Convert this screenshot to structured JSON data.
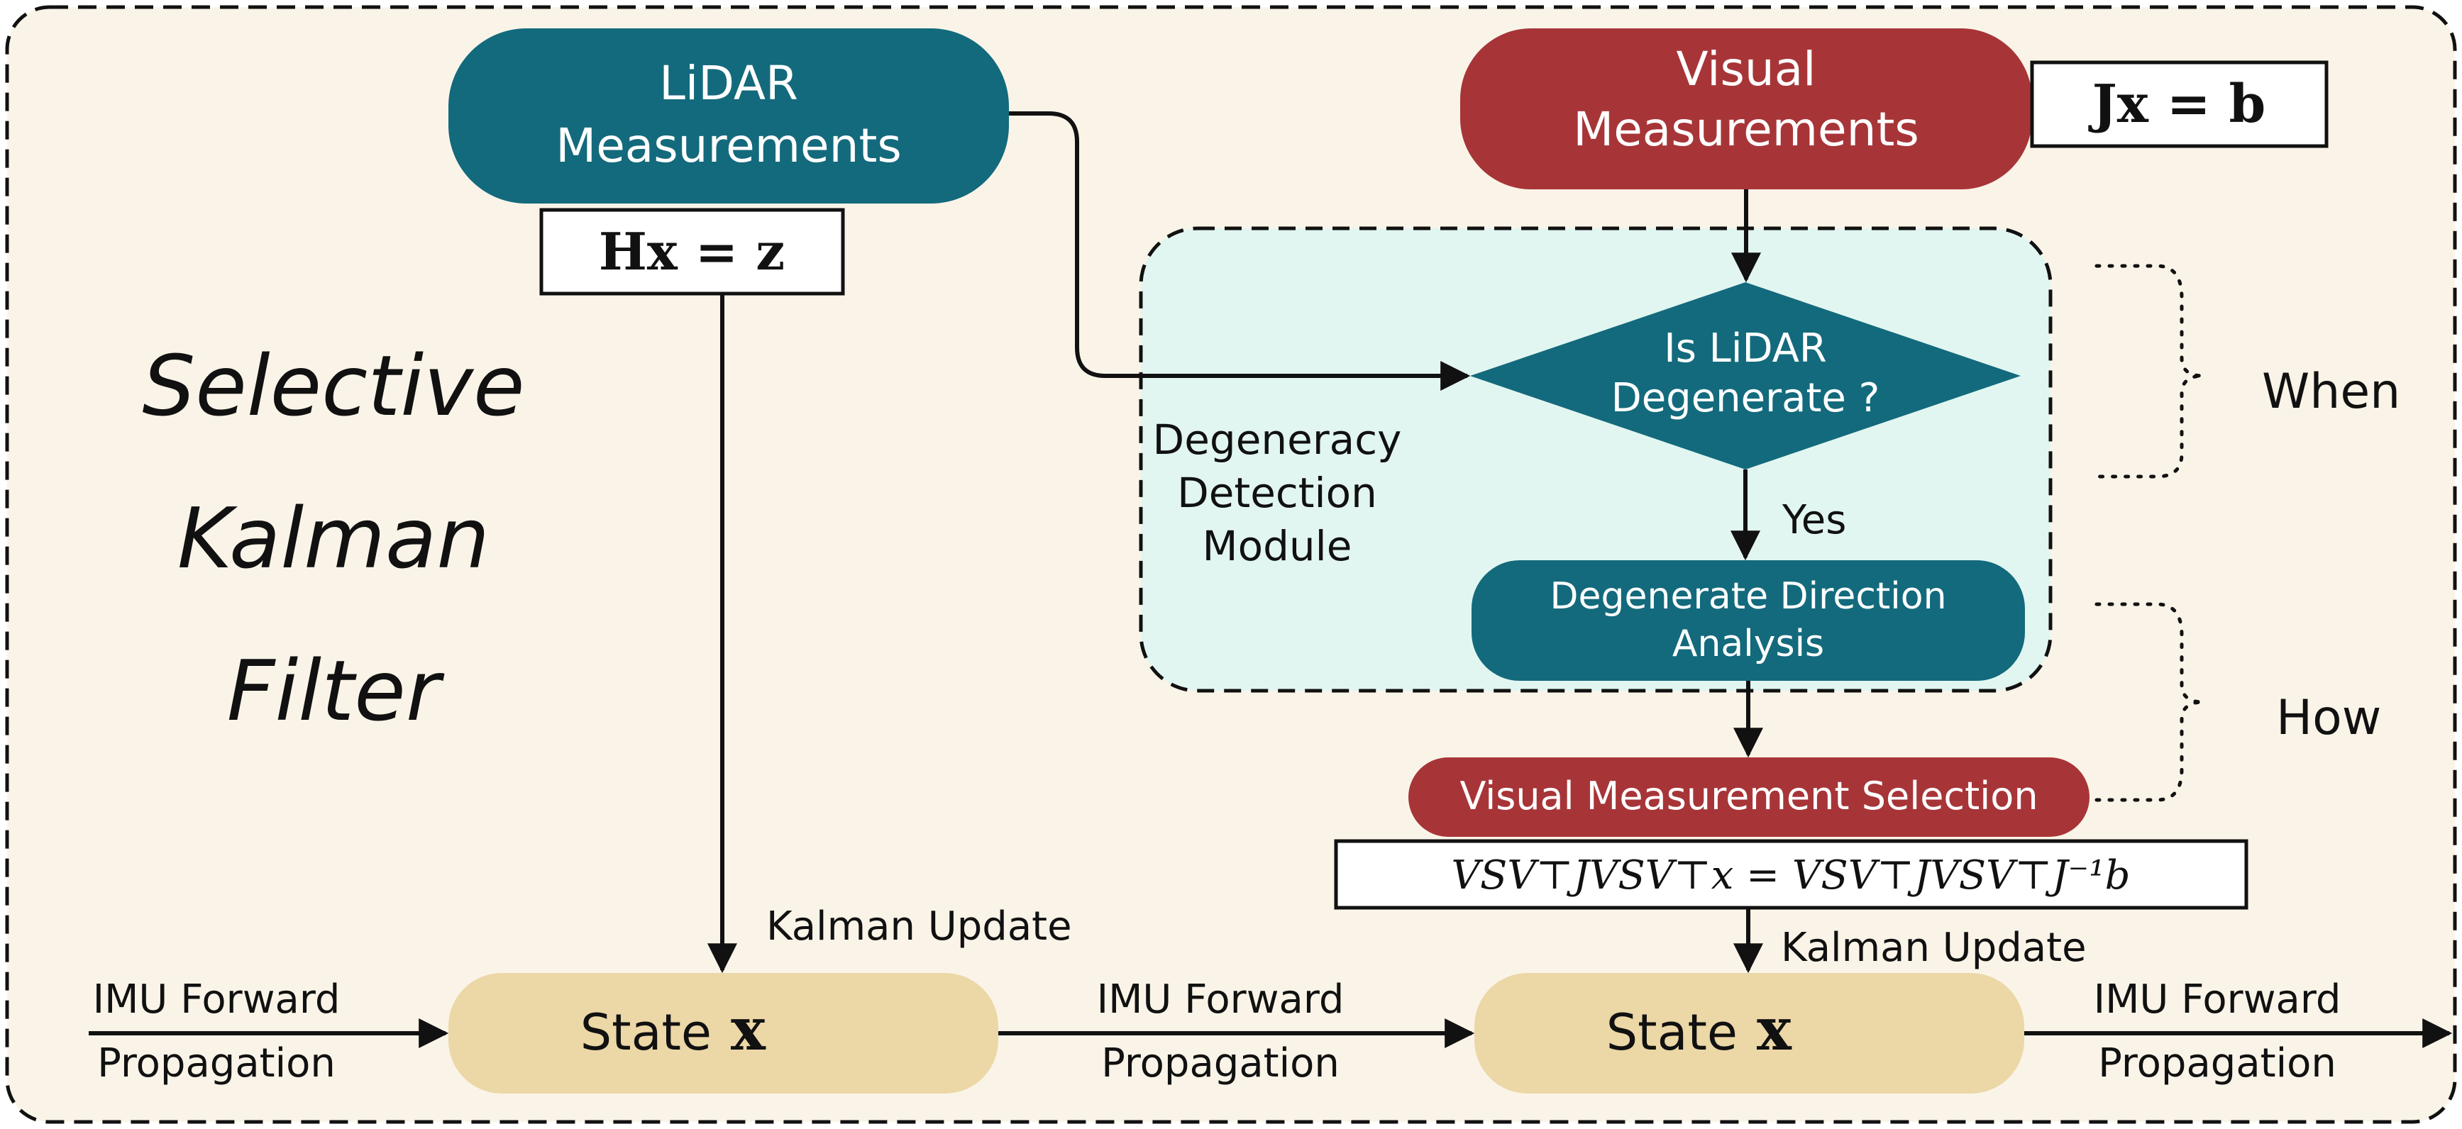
{
  "title_lines": [
    "Selective",
    "Kalman",
    "Filter"
  ],
  "lidar_node": {
    "lines": [
      "LiDAR",
      "Measurements"
    ],
    "equation": "Hx = z"
  },
  "visual_node": {
    "lines": [
      "Visual",
      "Measurements"
    ],
    "equation": "Jx = b"
  },
  "module": {
    "lines": [
      "Degeneracy",
      "Detection",
      "Module"
    ]
  },
  "decision": {
    "lines": [
      "Is LiDAR",
      "Degenerate ?"
    ],
    "yes_label": "Yes"
  },
  "analysis_node": {
    "lines": [
      "Degenerate Direction",
      "Analysis"
    ]
  },
  "selection_node": {
    "label": "Visual Measurement Selection",
    "equation": "VSV⊤JVSV⊤x = VSV⊤JVSV⊤J⁻¹b"
  },
  "annotations": {
    "when": "When",
    "how": "How"
  },
  "states": [
    {
      "label": "State",
      "symbol": "x",
      "update_label": "Kalman Update"
    },
    {
      "label": "State",
      "symbol": "x",
      "update_label": "Kalman Update"
    }
  ],
  "propagation": [
    {
      "lines": [
        "IMU Forward",
        "Propagation"
      ]
    },
    {
      "lines": [
        "IMU Forward",
        "Propagation"
      ]
    },
    {
      "lines": [
        "IMU Forward",
        "Propagation"
      ]
    }
  ],
  "colors": {
    "background": "#faf4e8",
    "lidar_teal": "#136a7c",
    "visual_red": "#a73538",
    "module_fill": "#e2f6f1",
    "state_fill": "#ecd7a6",
    "line": "#111111"
  }
}
